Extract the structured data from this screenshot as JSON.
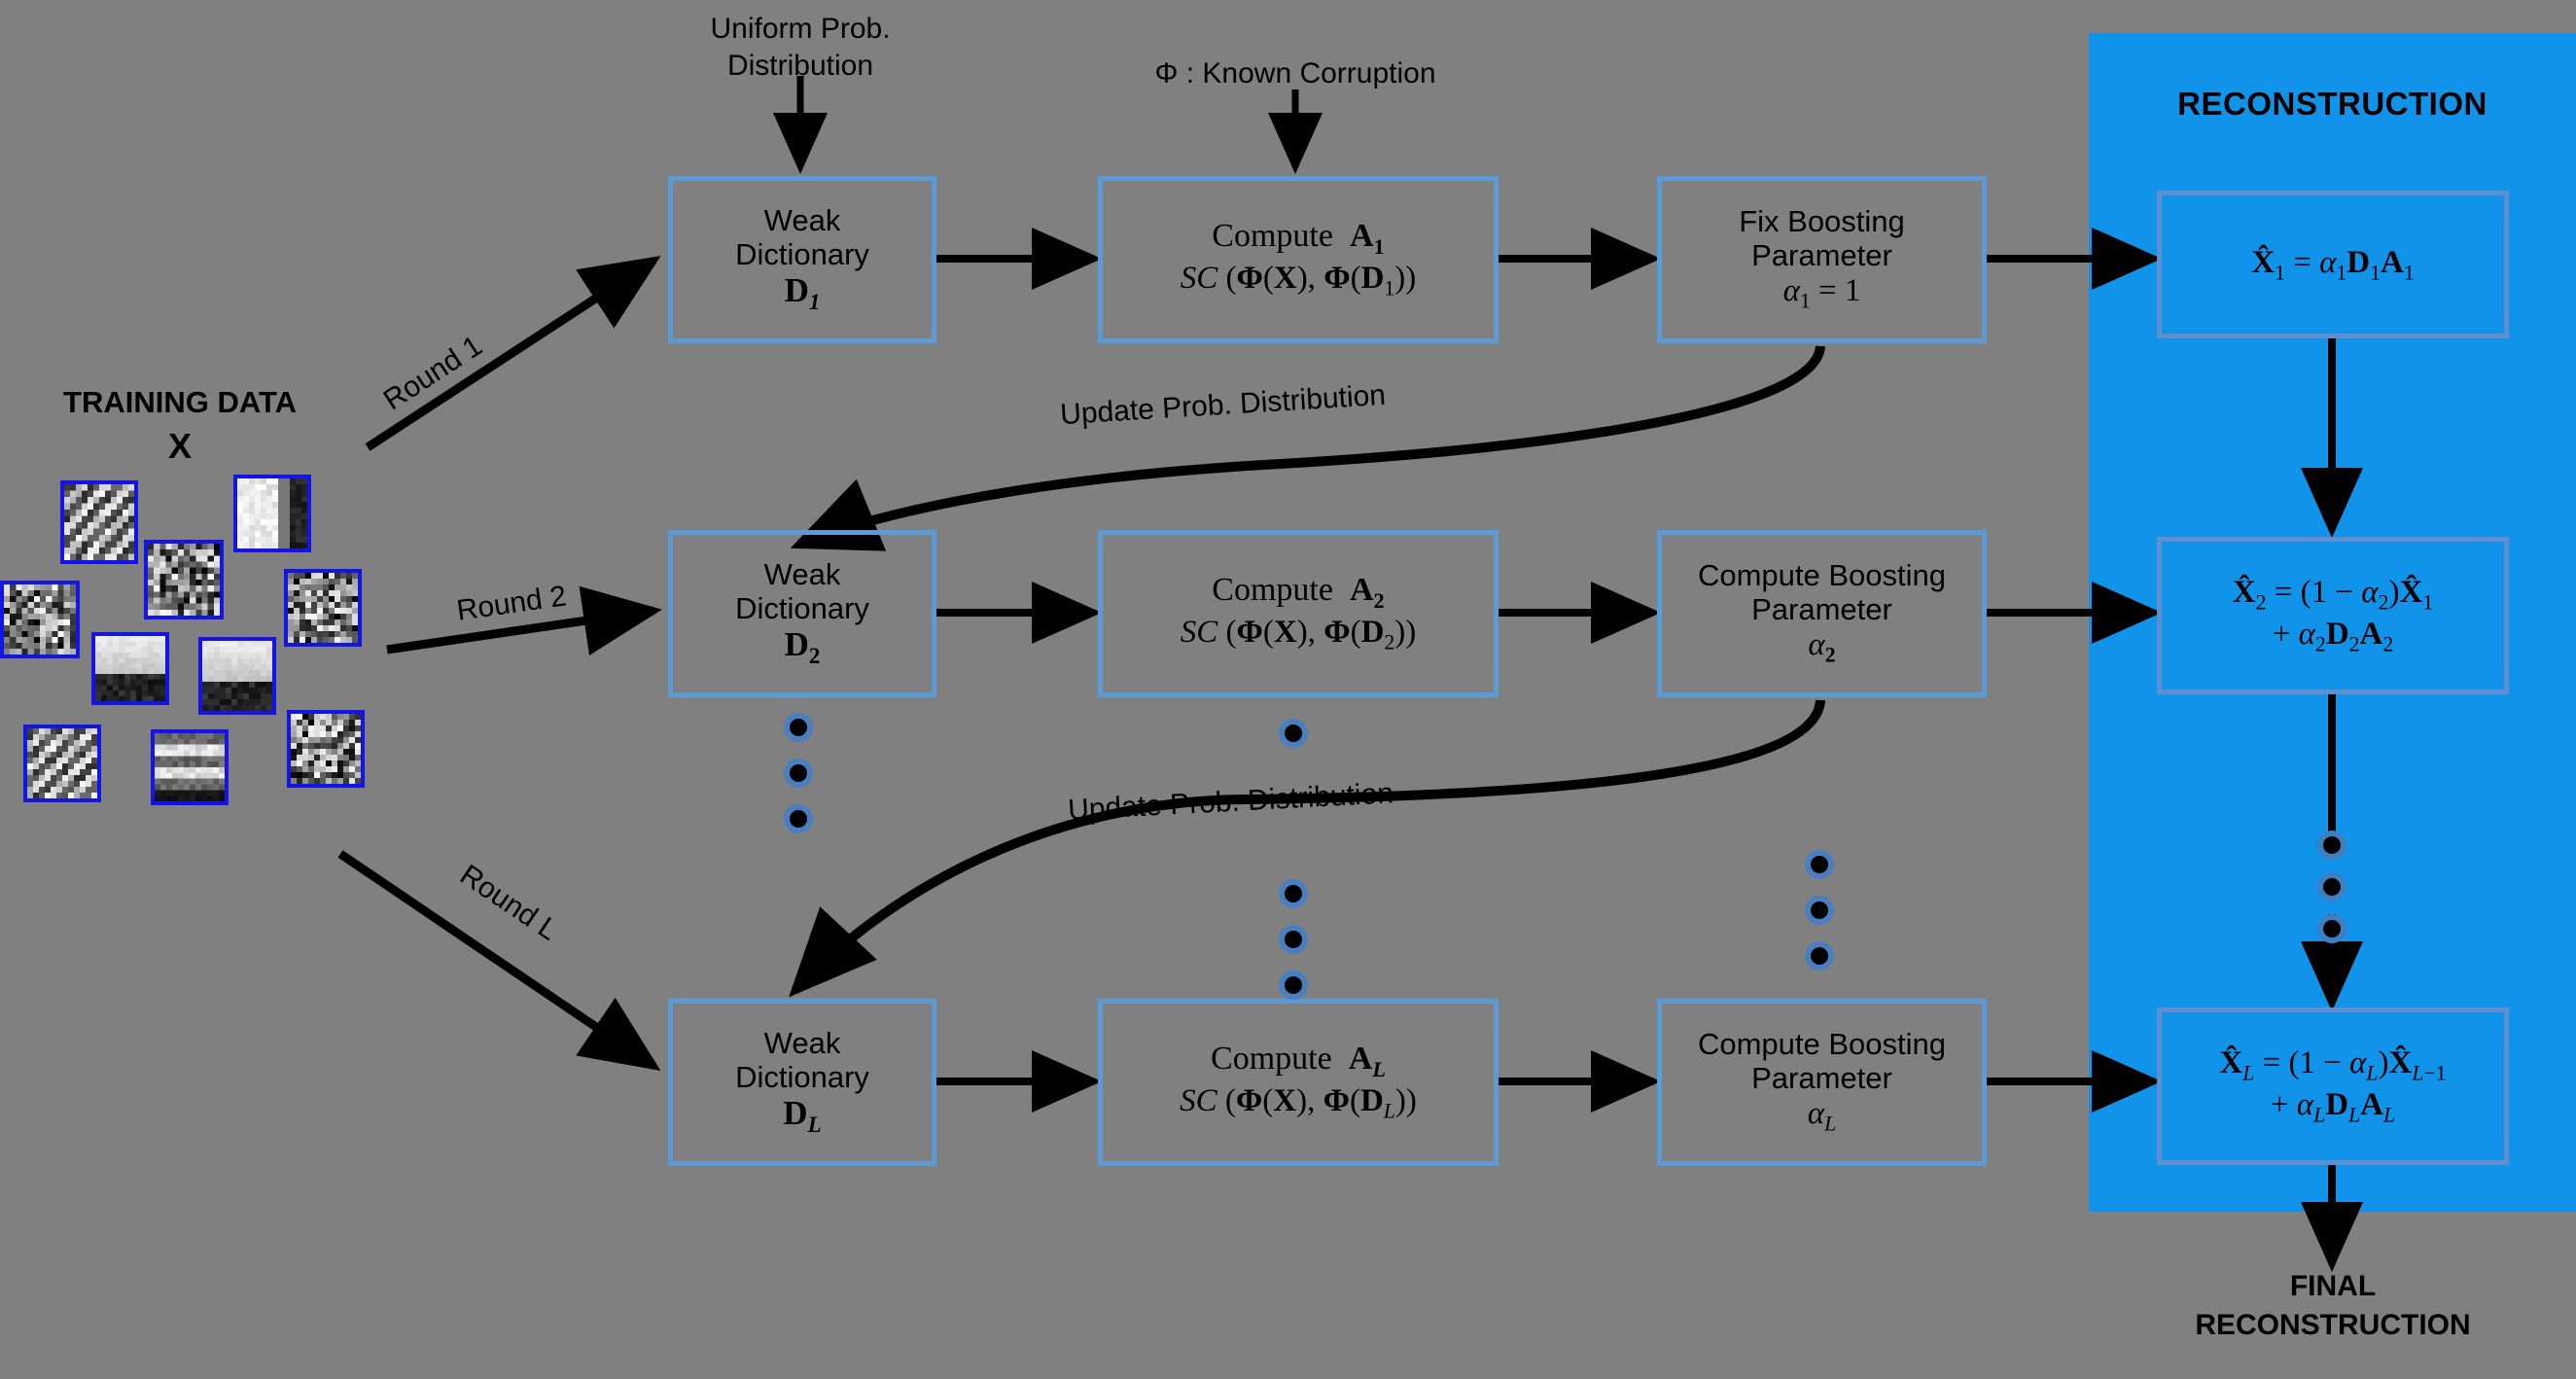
{
  "theme": {
    "background": "#808080",
    "panel_blue": "#1193ea",
    "box_border": "#5b9bd5",
    "patch_border": "#1414e6",
    "arrow": "#000000"
  },
  "training": {
    "title": "TRAINING DATA",
    "symbol": "X",
    "patch_count": 10
  },
  "top_captions": {
    "uniform": "Uniform Prob.\nDistribution",
    "uniform_l1": "Uniform Prob.",
    "uniform_l2": "Distribution",
    "corruption": "Φ :  Known Corruption"
  },
  "rounds": [
    {
      "label": "Round 1"
    },
    {
      "label": "Round 2"
    },
    {
      "label": "Round L"
    }
  ],
  "update_labels": [
    "Update Prob. Distribution",
    "Update Prob. Distribution"
  ],
  "pipeline": [
    {
      "dictionary": {
        "line1": "Weak",
        "line2": "Dictionary",
        "symbol": "D",
        "sub": "1"
      },
      "compute": {
        "line1": "Compute",
        "symbol": "A",
        "sub": "1",
        "formula": "SC (Φ(X), Φ(D₁))"
      },
      "boosting": {
        "line1": "Fix Boosting",
        "line2": "Parameter",
        "formula": "α₁ = 1"
      }
    },
    {
      "dictionary": {
        "line1": "Weak",
        "line2": "Dictionary",
        "symbol": "D",
        "sub": "2"
      },
      "compute": {
        "line1": "Compute",
        "symbol": "A",
        "sub": "2",
        "formula": "SC (Φ(X), Φ(D₂))"
      },
      "boosting": {
        "line1": "Compute Boosting",
        "line2": "Parameter",
        "formula": "α₂"
      }
    },
    {
      "dictionary": {
        "line1": "Weak",
        "line2": "Dictionary",
        "symbol": "D",
        "sub": "L"
      },
      "compute": {
        "line1": "Compute",
        "symbol": "A",
        "sub": "L",
        "formula": "SC (Φ(X), Φ(D_L))"
      },
      "boosting": {
        "line1": "Compute Boosting",
        "line2": "Parameter",
        "formula": "α_L"
      }
    }
  ],
  "reconstruction": {
    "title": "RECONSTRUCTION",
    "steps": [
      {
        "line1": "X̂₁ = α₁D₁A₁",
        "line2": ""
      },
      {
        "line1": "X̂₂ = (1 − α₂)X̂₁",
        "line2": "+ α₂D₂A₂"
      },
      {
        "line1": "X̂_L = (1 − α_L)X̂_{L−1}",
        "line2": "+ α_LD_LA_L"
      }
    ],
    "final_l1": "FINAL",
    "final_l2": "RECONSTRUCTION"
  }
}
